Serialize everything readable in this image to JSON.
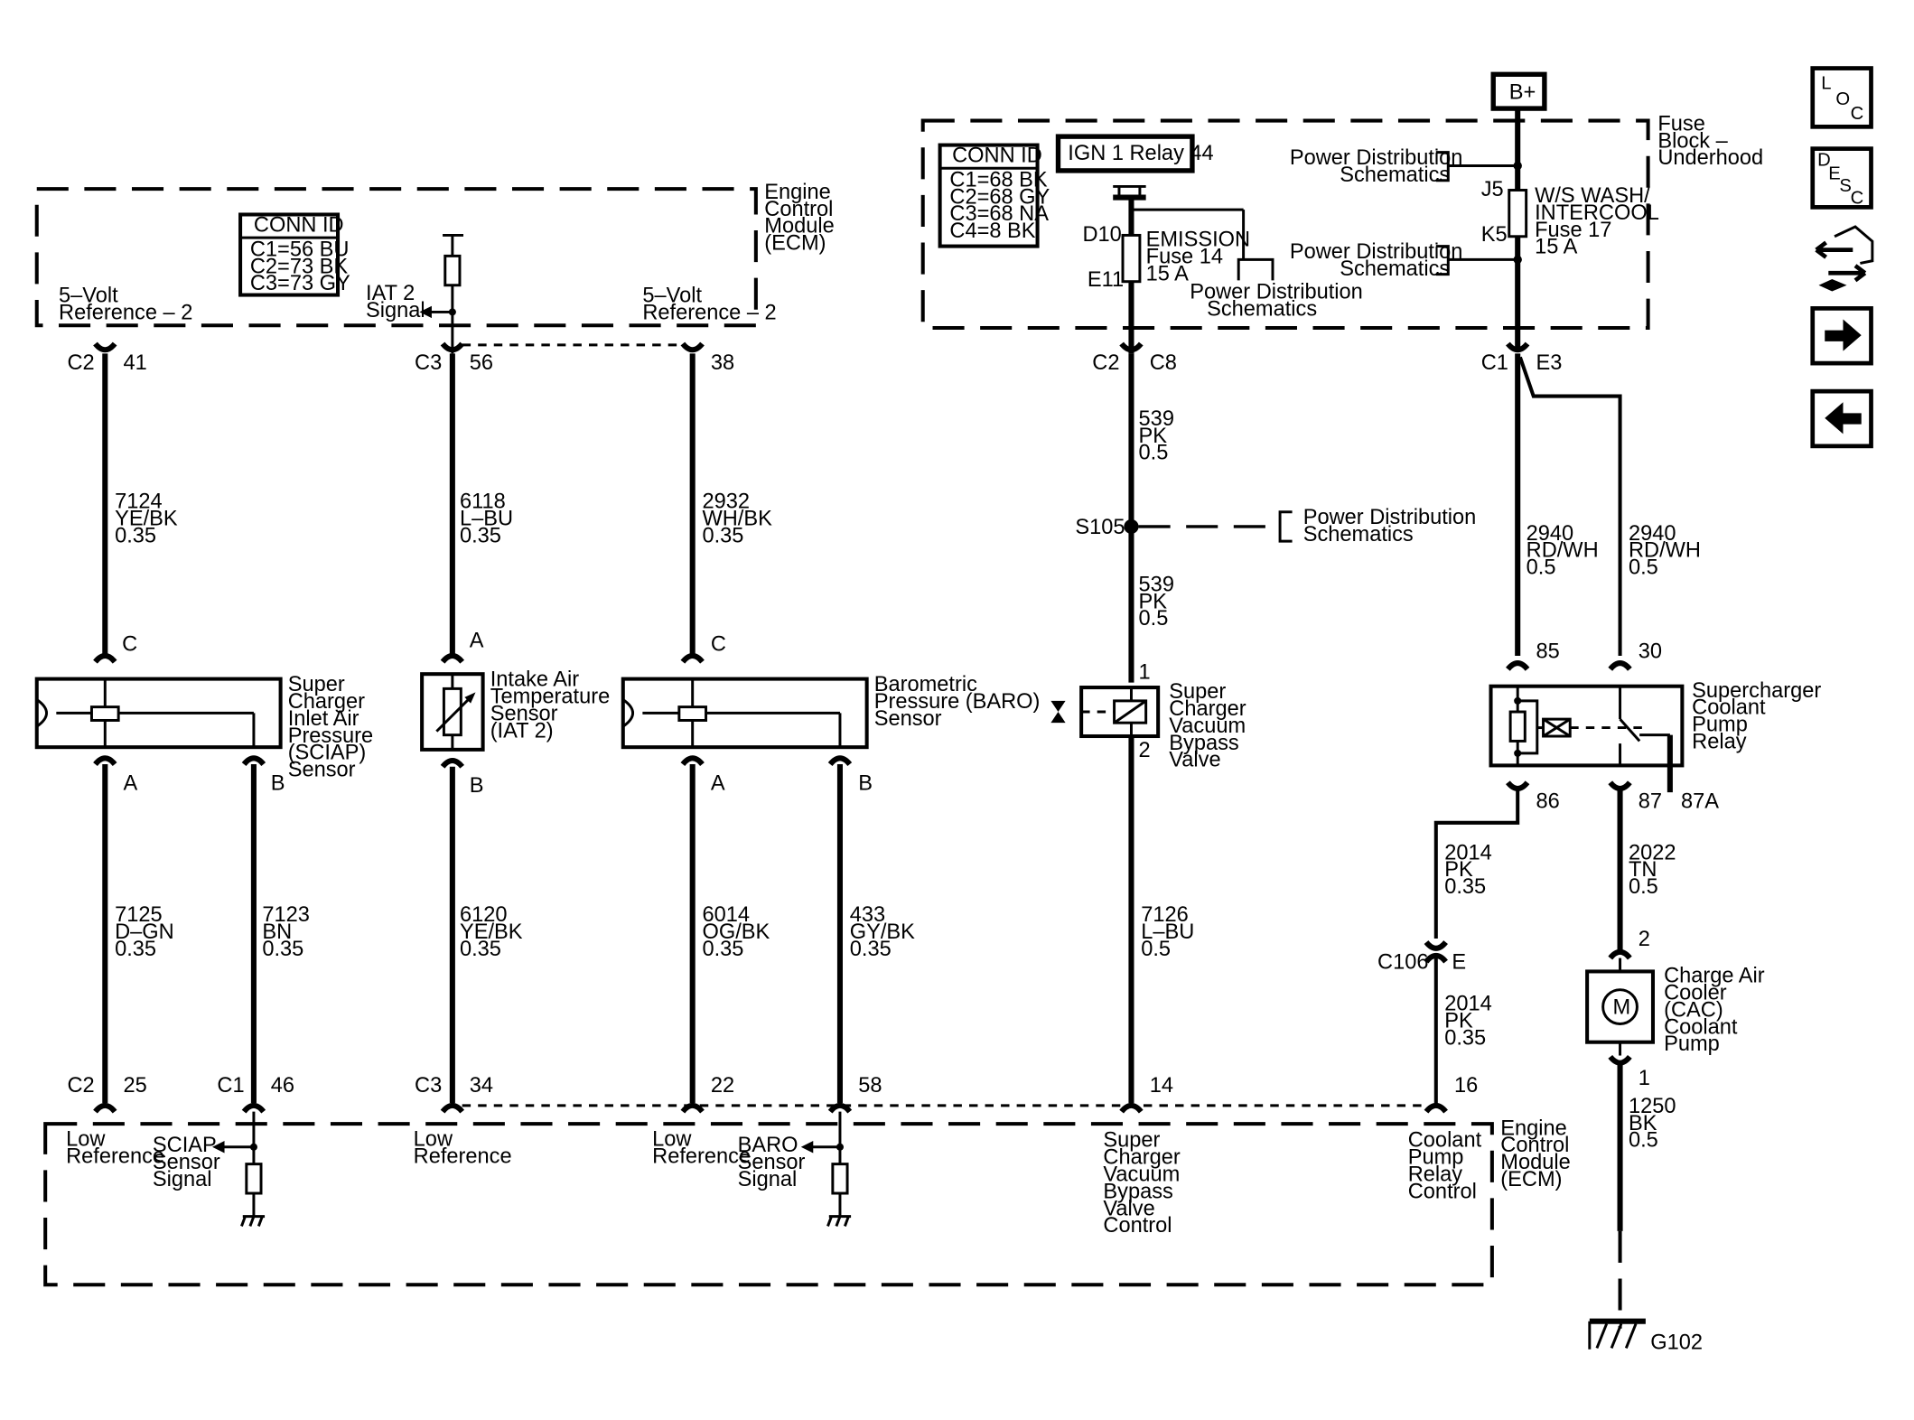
{
  "ecm_top": {
    "label": [
      "Engine",
      "Control",
      "Module",
      "(ECM)"
    ],
    "conn_id": {
      "title": "CONN ID",
      "rows": [
        "C1=56 BU",
        "C2=73 BK",
        "C3=73 GY"
      ]
    },
    "pins": [
      {
        "text": [
          "5–Volt",
          "Reference – 2"
        ]
      },
      {
        "text": [
          "IAT 2",
          "Signal"
        ]
      },
      {
        "text": [
          "5–Volt",
          "Reference – 2"
        ]
      }
    ]
  },
  "fuse_block": {
    "label": [
      "Fuse",
      "Block –",
      "Underhood"
    ],
    "conn_id": {
      "title": "CONN ID",
      "rows": [
        "C1=68 BK",
        "C2=68 GY",
        "C3=68 NA",
        "C4=8 BK"
      ]
    },
    "relay": "IGN 1 Relay 44",
    "power": "B+",
    "emission_fuse": [
      "EMISSION",
      "Fuse 14",
      "15 A"
    ],
    "emission_pins": [
      "D10",
      "E11"
    ],
    "ws_fuse": [
      "W/S WASH/",
      "INTERCOOL",
      "Fuse 17",
      "15 A"
    ],
    "ws_pins": [
      "J5",
      "K5"
    ],
    "pds": [
      "Power Distribution",
      "Schematics"
    ]
  },
  "connectors": [
    {
      "conn": "C2",
      "pin": "41"
    },
    {
      "conn": "C3",
      "pin": "56"
    },
    {
      "conn": "",
      "pin": "38"
    },
    {
      "conn": "C2",
      "pin": "C8"
    },
    {
      "conn": "C1",
      "pin": "E3"
    }
  ],
  "wires_top": [
    {
      "circuit": "7124",
      "color": "YE/BK",
      "size": "0.35"
    },
    {
      "circuit": "6118",
      "color": "L–BU",
      "size": "0.35"
    },
    {
      "circuit": "2932",
      "color": "WH/BK",
      "size": "0.35"
    },
    {
      "circuit": "539",
      "color": "PK",
      "size": "0.5"
    },
    {
      "circuit": "539",
      "color": "PK",
      "size": "0.5"
    },
    {
      "circuit": "2940",
      "color": "RD/WH",
      "size": "0.5"
    },
    {
      "circuit": "2940",
      "color": "RD/WH",
      "size": "0.5"
    }
  ],
  "splice": "S105",
  "components": {
    "sciap": {
      "name": [
        "Super",
        "Charger",
        "Inlet Air",
        "Pressure",
        "(SCIAP)",
        "Sensor"
      ],
      "pins": [
        "C",
        "A",
        "B"
      ]
    },
    "iat2": {
      "name": [
        "Intake Air",
        "Temperature",
        "Sensor",
        "(IAT 2)"
      ],
      "pins": [
        "A",
        "B"
      ]
    },
    "baro": {
      "name": [
        "Barometric",
        "Pressure (BARO)",
        "Sensor"
      ],
      "pins": [
        "C",
        "A",
        "B"
      ]
    },
    "valve": {
      "name": [
        "Super",
        "Charger",
        "Vacuum",
        "Bypass",
        "Valve"
      ],
      "pins": [
        "1",
        "2"
      ]
    },
    "relay": {
      "name": [
        "Supercharger",
        "Coolant",
        "Pump",
        "Relay"
      ],
      "pins": [
        "85",
        "30",
        "86",
        "87",
        "87A"
      ]
    },
    "pump": {
      "name": [
        "Charge Air",
        "Cooler",
        "(CAC)",
        "Coolant",
        "Pump"
      ],
      "pins": [
        "2",
        "1"
      ],
      "symbol": "M"
    }
  },
  "wires_bottom": [
    {
      "circuit": "7125",
      "color": "D–GN",
      "size": "0.35"
    },
    {
      "circuit": "7123",
      "color": "BN",
      "size": "0.35"
    },
    {
      "circuit": "6120",
      "color": "YE/BK",
      "size": "0.35"
    },
    {
      "circuit": "6014",
      "color": "OG/BK",
      "size": "0.35"
    },
    {
      "circuit": "433",
      "color": "GY/BK",
      "size": "0.35"
    },
    {
      "circuit": "7126",
      "color": "L–BU",
      "size": "0.5"
    },
    {
      "circuit": "2014",
      "color": "PK",
      "size": "0.35"
    },
    {
      "circuit": "2022",
      "color": "TN",
      "size": "0.5"
    },
    {
      "circuit": "2014",
      "color": "PK",
      "size": "0.35"
    },
    {
      "circuit": "1250",
      "color": "BK",
      "size": "0.5"
    }
  ],
  "c106": {
    "conn": "C106",
    "pin": "E"
  },
  "ecm_bottom": {
    "label": [
      "Engine",
      "Control",
      "Module",
      "(ECM)"
    ],
    "pins": [
      {
        "conn": "C2",
        "pin": "25"
      },
      {
        "conn": "C1",
        "pin": "46"
      },
      {
        "conn": "C3",
        "pin": "34"
      },
      {
        "conn": "",
        "pin": "22"
      },
      {
        "conn": "",
        "pin": "58"
      },
      {
        "conn": "",
        "pin": "14"
      },
      {
        "conn": "",
        "pin": "16"
      }
    ],
    "labels": [
      [
        "Low",
        "Reference"
      ],
      [
        "SCIAP",
        "Sensor",
        "Signal"
      ],
      [
        "Low",
        "Reference"
      ],
      [
        "Low",
        "Reference"
      ],
      [
        "BARO",
        "Sensor",
        "Signal"
      ],
      [
        "Super",
        "Charger",
        "Vacuum",
        "Bypass",
        "Valve",
        "Control"
      ],
      [
        "Coolant",
        "Pump",
        "Relay",
        "Control"
      ]
    ]
  },
  "ground": "G102",
  "nav": {
    "loc": [
      "L",
      "O",
      "C"
    ],
    "desc": [
      "D",
      "E",
      "S",
      "C"
    ]
  }
}
